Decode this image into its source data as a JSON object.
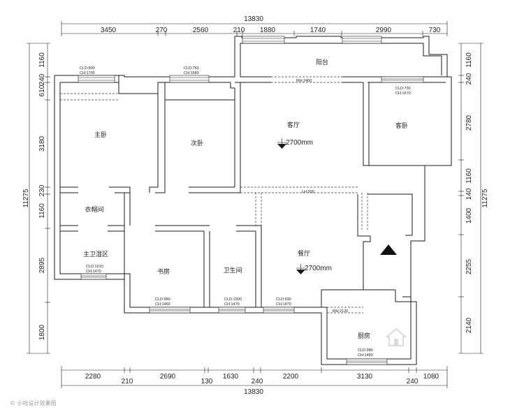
{
  "dimensions": {
    "top_total": "13830",
    "top": [
      "3450",
      "270",
      "2560",
      "210",
      "1880",
      "1740",
      "2990",
      "730"
    ],
    "bottom_total": "13830",
    "bottom": [
      "2280",
      "210",
      "2690",
      "130",
      "1630",
      "240",
      "2200",
      "3130",
      "240",
      "1080"
    ],
    "left_total": "11275",
    "left": [
      "1160",
      "240",
      "610",
      "3180",
      "230",
      "1160",
      "2895",
      "1800"
    ],
    "right_total": "11275",
    "right": [
      "1160",
      "240",
      "2780",
      "1160",
      "140",
      "1400",
      "2255",
      "2140"
    ]
  },
  "rooms": {
    "balcony": "阳台",
    "living": "客厅",
    "guest": "客卧",
    "master": "主卧",
    "second": "次卧",
    "closet": "衣帽间",
    "master_bath": "主卫湿区",
    "study": "书房",
    "bath": "卫生间",
    "dining": "餐厅",
    "kitchen": "厨房"
  },
  "elevations": {
    "living": "2700mm",
    "dining": "2700mm"
  },
  "beams": {
    "balcony": "MH:2400",
    "living": "LH:300",
    "kitchen": "MH:2120"
  },
  "windows": {
    "master_cld": "CLD:800",
    "master_ch": "CH:1700",
    "second_cld": "CLD:760",
    "second_ch": "CH:1680",
    "guest_cld": "CLD:730",
    "guest_ch": "CH:1670",
    "mbath_cld": "CLD:1010",
    "mbath_ch": "CH:1470",
    "study_cld": "CLD:980",
    "study_ch": "CH:1460",
    "bath_cld": "CLD:1000",
    "bath_ch": "CH:1470",
    "dining_cld": "CLD:930",
    "dining_ch": "CH:1470",
    "kitchen_cld": "CLD:980",
    "kitchen_ch": "CH:1460"
  },
  "watermark": "© 小哈设计效果图"
}
